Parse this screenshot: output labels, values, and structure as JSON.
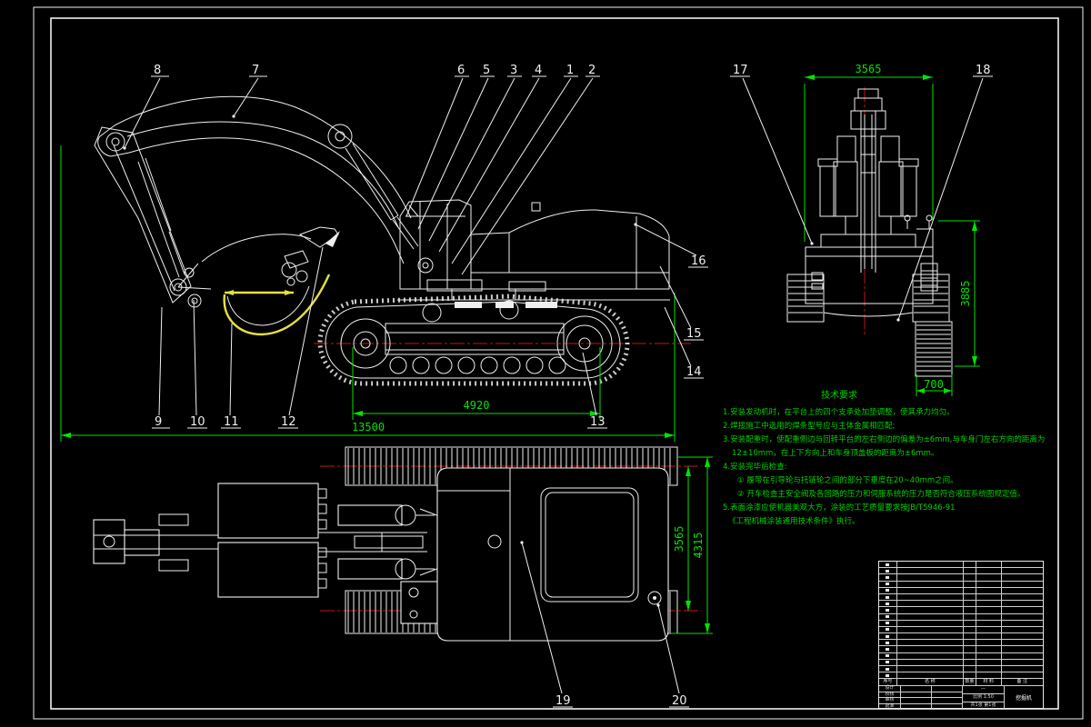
{
  "colors": {
    "background": "#000000",
    "line": "#efefef",
    "dimension_green": "#00e400",
    "centerline_red": "#c81414",
    "bucket_highlight_yellow": "#e6e040",
    "tech_text_green": "#00d200"
  },
  "callouts": [
    "1",
    "2",
    "3",
    "4",
    "5",
    "6",
    "7",
    "8",
    "9",
    "10",
    "11",
    "12",
    "13",
    "14",
    "15",
    "16",
    "17",
    "18",
    "19",
    "20"
  ],
  "dims": {
    "overall_length": "13500",
    "wheelbase": "4920",
    "front_width": "3565",
    "front_height": "3885",
    "shoe_width": "700",
    "plan_track_center": "3565",
    "plan_width": "4315"
  },
  "tech": {
    "title": "技术要求",
    "lines": [
      "1.安装发动机时，在平台上的四个支承处加垫调整，使其承力均匀。",
      "2.焊接施工中选用的焊条型号应与主体金属相匹配;",
      "3.安装配重时，使配重侧边与回转平台的左右侧边的偏差为±6mm,与车身门左右方向的距离为",
      "12±10mm，在上下方向上和车身顶盖板的距离为±6mm。",
      "4.安装完毕后检查:",
      "① 履带在引导轮与托链轮之间的部分下垂度在20~40mm之间。",
      "② 开车检查主安全阀及各回路的压力和伺服系统的压力是否符合液压系统图规定值。",
      "5.表面涂漆应使机器美观大方，涂装的工艺质量要求按JB/T5946-91",
      "《工程机械涂装通用技术条件》执行。"
    ]
  },
  "parts_list": {
    "row_count": 18,
    "header": [
      "序号",
      "名  称",
      "数量",
      "材 料",
      "备 注"
    ]
  },
  "title_block": {
    "labels": [
      "设计",
      "校核",
      "审核",
      "批准"
    ],
    "scale_label": "比例",
    "scale_value": "1:50",
    "sheet_info": "共1张 第1张",
    "weight_dash": "—",
    "product_name": "挖掘机"
  }
}
